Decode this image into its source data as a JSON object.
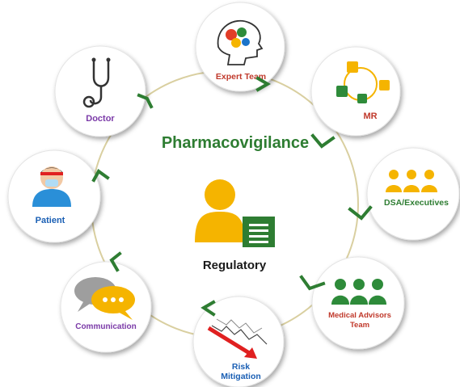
{
  "diagram": {
    "title": "Pharmacovigilance",
    "center": {
      "label": "Regulatory",
      "icon": "person-document-icon"
    },
    "nodes": [
      {
        "id": "expert-team",
        "label_lines": [
          "Expert Team"
        ],
        "icon": "head-gears-icon",
        "color": "#c0392b"
      },
      {
        "id": "mr",
        "label_lines": [
          "MR"
        ],
        "icon": "network-people-icon",
        "color": "#c0392b"
      },
      {
        "id": "dsa-executives",
        "label_lines": [
          "DSA/Executives"
        ],
        "icon": "people-group-icon",
        "color": "#2e7d32"
      },
      {
        "id": "medical-advisors-team",
        "label_lines": [
          "Medical Advisors",
          "Team"
        ],
        "icon": "people-group-icon",
        "color": "#c0392b"
      },
      {
        "id": "risk-mitigation",
        "label_lines": [
          "Risk",
          "Mitigation"
        ],
        "icon": "declining-graph-icon",
        "color": "#1a5fb4"
      },
      {
        "id": "communication",
        "label_lines": [
          "Communication"
        ],
        "icon": "speech-bubble-icon",
        "color": "#7b3aa8"
      },
      {
        "id": "patient",
        "label_lines": [
          "Patient"
        ],
        "icon": "patient-icon",
        "color": "#1a5fb4"
      },
      {
        "id": "doctor",
        "label_lines": [
          "Doctor"
        ],
        "icon": "stethoscope-icon",
        "color": "#7b3aa8"
      }
    ],
    "colors": {
      "title_green": "#2e7d32",
      "arrow_green": "#2e7d32",
      "ring": "#d9cfa0",
      "person_yellow": "#f5b400",
      "group_green": "#2e8b3a"
    }
  }
}
